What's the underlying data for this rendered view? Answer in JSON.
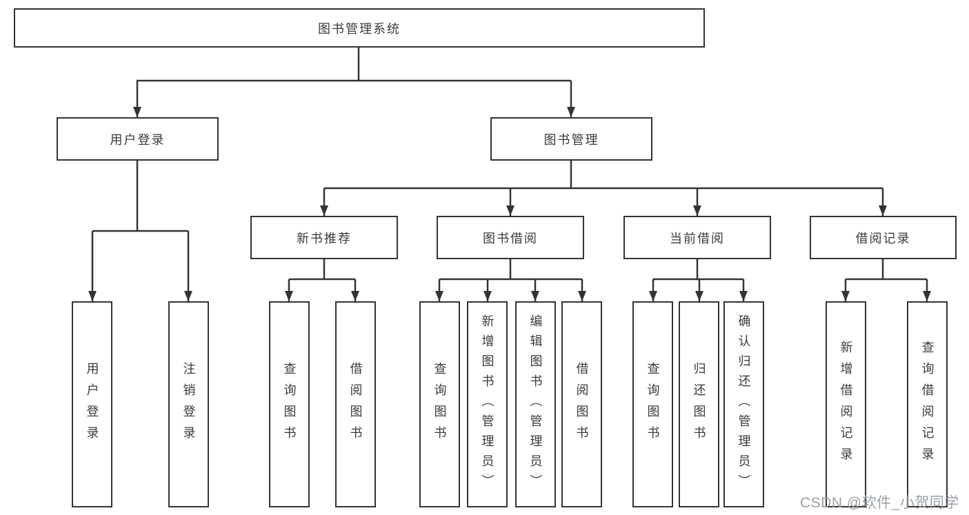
{
  "title": "图书管理系统",
  "colors": {
    "line": "#333333",
    "box_border": "#333333",
    "box_fill": "#ffffff",
    "text": "#3a3a3a",
    "background": "#ffffff",
    "watermark": "#9aa0a6"
  },
  "tree": {
    "label": "图书管理系统",
    "children": [
      {
        "label": "用户登录",
        "children": [
          {
            "label": "用户登录"
          },
          {
            "label": "注销登录"
          }
        ]
      },
      {
        "label": "图书管理",
        "children": [
          {
            "label": "新书推荐",
            "children": [
              {
                "label": "查询图书"
              },
              {
                "label": "借阅图书"
              }
            ]
          },
          {
            "label": "图书借阅",
            "children": [
              {
                "label": "查询图书"
              },
              {
                "label": "新增图书（管理员）"
              },
              {
                "label": "编辑图书（管理员）"
              },
              {
                "label": "借阅图书"
              }
            ]
          },
          {
            "label": "当前借阅",
            "children": [
              {
                "label": "查询图书"
              },
              {
                "label": "归还图书"
              },
              {
                "label": "确认归还（管理员）"
              }
            ]
          },
          {
            "label": "借阅记录",
            "children": [
              {
                "label": "新增借阅记录"
              },
              {
                "label": "查询借阅记录"
              }
            ]
          }
        ]
      }
    ]
  },
  "watermark": {
    "text": "CSDN @软件_小贺同学"
  }
}
